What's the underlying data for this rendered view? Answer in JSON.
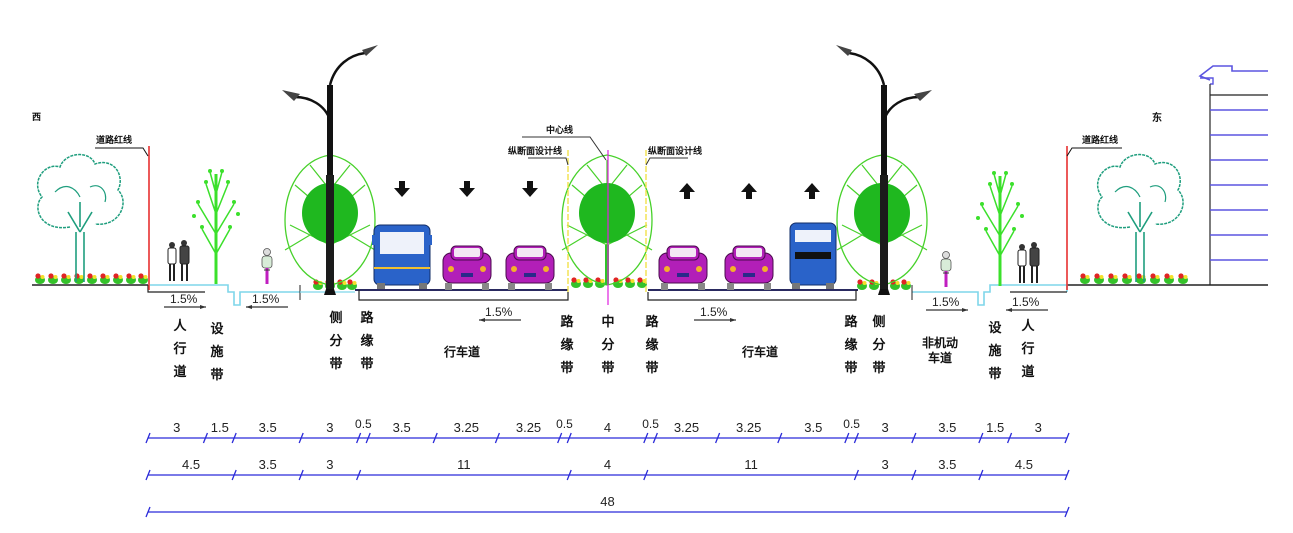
{
  "diagram": {
    "type": "road-cross-section",
    "direction_labels": {
      "west": "西",
      "east": "东"
    },
    "callouts": {
      "red_line_left": "道路红线",
      "red_line_right": "道路红线",
      "centerline": "中心线",
      "profile_line_left": "纵断面设计线",
      "profile_line_right": "纵断面设计线"
    },
    "slopes": [
      {
        "id": "sidewalk-left",
        "label": "1.5%",
        "direction": "right"
      },
      {
        "id": "bike-left",
        "label": "1.5%",
        "direction": "left"
      },
      {
        "id": "carriage-left",
        "label": "1.5%",
        "direction": "left"
      },
      {
        "id": "carriage-right",
        "label": "1.5%",
        "direction": "right"
      },
      {
        "id": "bike-right",
        "label": "1.5%",
        "direction": "right"
      },
      {
        "id": "sidewalk-right",
        "label": "1.5%",
        "direction": "left"
      }
    ],
    "zone_labels": [
      {
        "id": "sidewalk-left",
        "text": "人行道",
        "vertical": true
      },
      {
        "id": "facility-left",
        "text": "设施带",
        "vertical": true
      },
      {
        "id": "side-divider-left",
        "text": "侧分带",
        "vertical": true
      },
      {
        "id": "curb-strip-left-outer",
        "text": "路缘带",
        "vertical": true
      },
      {
        "id": "carriageway-left",
        "text": "行车道",
        "vertical": false
      },
      {
        "id": "curb-strip-left-inner",
        "text": "路缘带",
        "vertical": true
      },
      {
        "id": "median",
        "text": "中分带",
        "vertical": true
      },
      {
        "id": "curb-strip-right-inner",
        "text": "路缘带",
        "vertical": true
      },
      {
        "id": "carriageway-right",
        "text": "行车道",
        "vertical": false
      },
      {
        "id": "curb-strip-right-outer",
        "text": "路缘带",
        "vertical": true
      },
      {
        "id": "side-divider-right",
        "text": "侧分带",
        "vertical": true
      },
      {
        "id": "bike-lane-right",
        "text": "非机动车道",
        "vertical": false,
        "lines": [
          "非机动",
          "车道"
        ]
      },
      {
        "id": "facility-right",
        "text": "设施带",
        "vertical": true
      },
      {
        "id": "sidewalk-right",
        "text": "人行道",
        "vertical": true
      }
    ],
    "traffic_direction": {
      "left_carriageway": "down",
      "right_carriageway": "up"
    },
    "dimensions": {
      "unit": "m",
      "row1": [
        "3",
        "1.5",
        "3.5",
        "3",
        "0.5",
        "3.5",
        "3.25",
        "3.25",
        "0.5",
        "4",
        "0.5",
        "3.25",
        "3.25",
        "3.5",
        "0.5",
        "3",
        "3.5",
        "1.5",
        "3"
      ],
      "row2": [
        "4.5",
        "3.5",
        "3",
        "11",
        "4",
        "11",
        "3",
        "3.5",
        "4.5"
      ],
      "row3": [
        "48"
      ]
    },
    "colors": {
      "dimension_line": "#2b2bd9",
      "red_line": "#e83030",
      "tree_green": "#3bd12b",
      "tree_teal": "#1f9e7e",
      "car_magenta": "#b21fb8",
      "bus_blue": "#2a63c9",
      "sidewalk_cyan": "#7fd6ea",
      "profile_yellow": "#f2e24a",
      "centerline_magenta": "#e020e0",
      "building_blue": "#5b55e0"
    }
  }
}
